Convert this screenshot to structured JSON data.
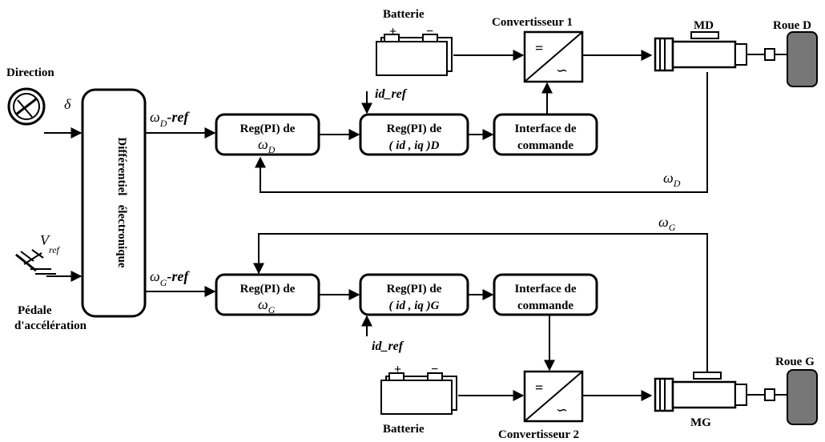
{
  "inputs": {
    "direction": "Direction",
    "delta": "δ",
    "v_ref_main": "V",
    "v_ref_sub": "ref",
    "pedal_line1": "Pédale",
    "pedal_line2": "d'accélération"
  },
  "differential": "Différentiel   électronique",
  "top": {
    "omega_ref_main": "ω",
    "omega_ref_sub": "D",
    "omega_ref_suffix": "-ref",
    "speed_reg_line1": "Reg(PI) de",
    "speed_reg_omega": "ω",
    "speed_reg_sub": "D",
    "current_reg_line1": "Reg(PI) de",
    "current_reg_line2": "( id , iq )D",
    "id_ref": "id_ref",
    "interface_line1": "Interface de",
    "interface_line2": "commande",
    "battery": "Batterie",
    "converter": "Convertisseur 1",
    "motor": "MD",
    "wheel": "Roue D",
    "feedback_omega": "ω",
    "feedback_sub": "D",
    "plus": "+",
    "minus": "−"
  },
  "bottom": {
    "omega_ref_main": "ω",
    "omega_ref_sub": "G",
    "omega_ref_suffix": "-ref",
    "speed_reg_line1": "Reg(PI) de",
    "speed_reg_omega": "ω",
    "speed_reg_sub": "G",
    "current_reg_line1": "Reg(PI) de",
    "current_reg_line2": "( id , iq )G",
    "id_ref": "id_ref",
    "interface_line1": "Interface de",
    "interface_line2": "commande",
    "battery": "Batterie",
    "converter": "Convertisseur 2",
    "motor": "MG",
    "wheel": "Roue G",
    "feedback_omega": "ω",
    "feedback_sub": "G",
    "plus": "+",
    "minus": "−"
  },
  "converter_symbols": {
    "dc": "=",
    "ac": "∽"
  }
}
